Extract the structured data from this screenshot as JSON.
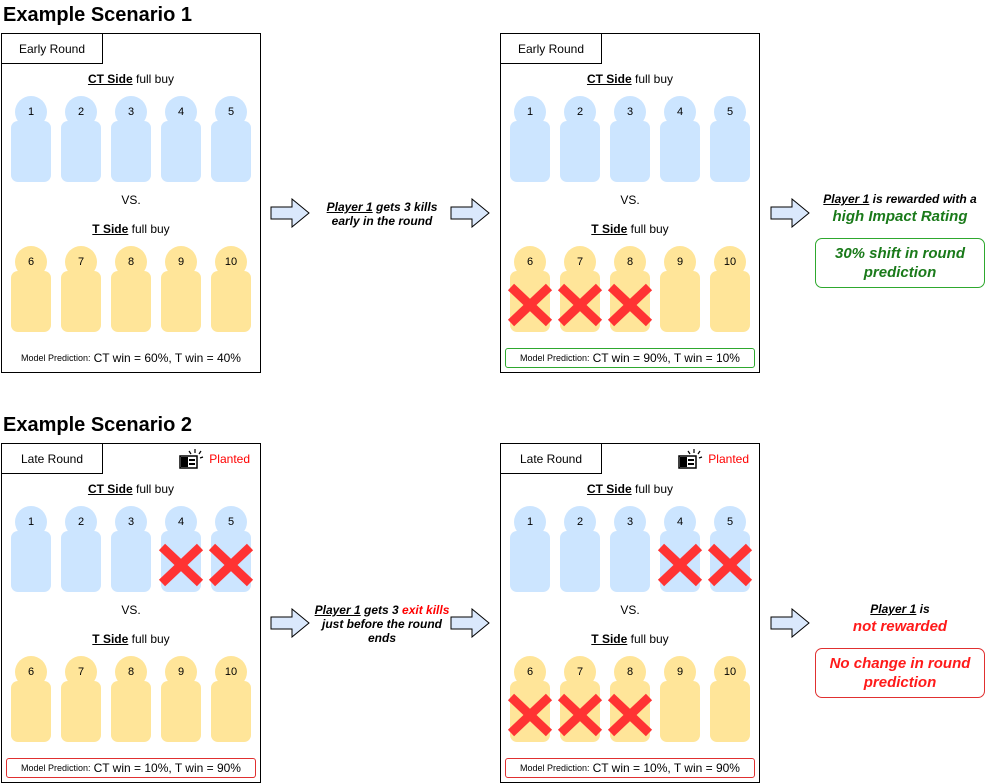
{
  "scenarios": [
    {
      "title": "Example Scenario 1",
      "panels": [
        {
          "round_label": "Early Round",
          "planted": "",
          "ct_label": "CT Side",
          "ct_buy": "full buy",
          "vs": "VS.",
          "t_label": "T Side",
          "t_buy": "full buy",
          "ct_players": [
            "1",
            "2",
            "3",
            "4",
            "5"
          ],
          "t_players": [
            "6",
            "7",
            "8",
            "9",
            "10"
          ],
          "ct_killed": [],
          "t_killed": [],
          "prediction_label": "Model Prediction:",
          "prediction_text": "CT win = 60%, T win = 40%",
          "prediction_border": "none"
        },
        {
          "round_label": "Early Round",
          "planted": "",
          "ct_label": "CT Side",
          "ct_buy": "full buy",
          "vs": "VS.",
          "t_label": "T Side",
          "t_buy": "full buy",
          "ct_players": [
            "1",
            "2",
            "3",
            "4",
            "5"
          ],
          "t_players": [
            "6",
            "7",
            "8",
            "9",
            "10"
          ],
          "ct_killed": [],
          "t_killed": [
            0,
            1,
            2
          ],
          "prediction_label": "Model Prediction:",
          "prediction_text": "CT win = 90%, T win = 10%",
          "prediction_border": "green"
        }
      ],
      "caption": {
        "player": "Player 1",
        "text_a": " gets 3 kills",
        "highlight": "",
        "text_b": "early in the round"
      },
      "outcome": {
        "player": "Player 1",
        "line1_rest": " is rewarded with a",
        "line2": "high Impact Rating",
        "box": "30% shift in round prediction"
      }
    },
    {
      "title": "Example Scenario 2",
      "panels": [
        {
          "round_label": "Late Round",
          "planted": "Planted",
          "ct_label": "CT Side",
          "ct_buy": "full buy",
          "vs": "VS.",
          "t_label": "T Side",
          "t_buy": "full buy",
          "ct_players": [
            "1",
            "2",
            "3",
            "4",
            "5"
          ],
          "t_players": [
            "6",
            "7",
            "8",
            "9",
            "10"
          ],
          "ct_killed": [
            3,
            4
          ],
          "t_killed": [],
          "prediction_label": "Model Prediction:",
          "prediction_text": "CT win = 10%, T win = 90%",
          "prediction_border": "red"
        },
        {
          "round_label": "Late Round",
          "planted": "Planted",
          "ct_label": "CT Side",
          "ct_buy": "full buy",
          "vs": "VS.",
          "t_label": "T Side",
          "t_buy": "full buy",
          "ct_players": [
            "1",
            "2",
            "3",
            "4",
            "5"
          ],
          "t_players": [
            "6",
            "7",
            "8",
            "9",
            "10"
          ],
          "ct_killed": [
            3,
            4
          ],
          "t_killed": [
            0,
            1,
            2
          ],
          "prediction_label": "Model Prediction:",
          "prediction_text": "CT win = 10%, T win = 90%",
          "prediction_border": "red"
        }
      ],
      "caption": {
        "player": "Player 1",
        "text_a": " gets 3 ",
        "highlight": "exit kills",
        "text_b": "just before the round ends"
      },
      "outcome": {
        "player": "Player 1",
        "line1_rest": " is",
        "line2": "not rewarded",
        "box": "No change in round prediction"
      }
    }
  ],
  "colors": {
    "ct": "#cce5ff",
    "t": "#ffe599",
    "kill_x": "#ff3333",
    "positive": "#1a7a1a",
    "positive_border": "#2ea82e",
    "negative": "#ff1a1a",
    "negative_border": "#e03030"
  },
  "icons": [
    "bomb-icon",
    "arrow-right-icon",
    "x-mark-icon"
  ]
}
